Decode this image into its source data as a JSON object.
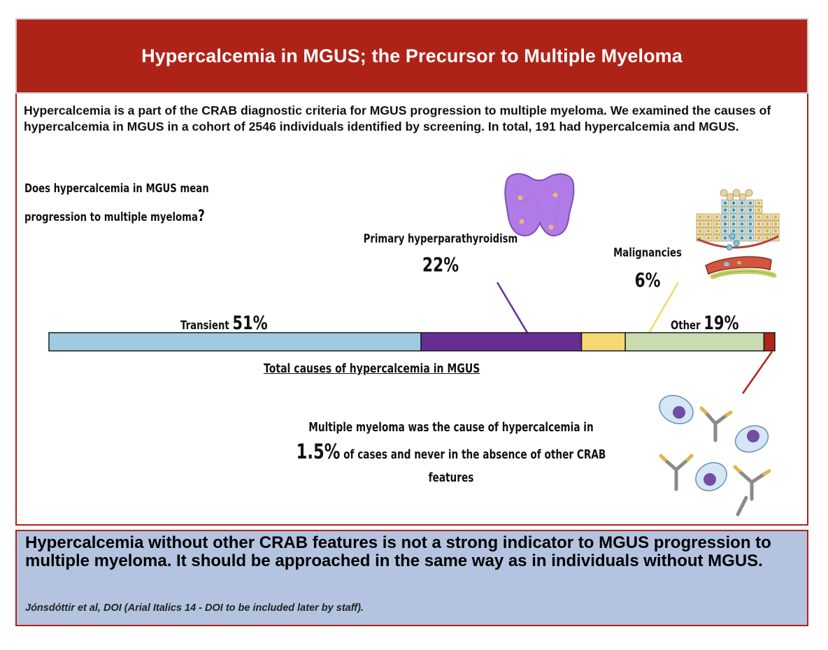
{
  "header": {
    "title": "Hypercalcemia in MGUS; the Precursor to Multiple Myeloma"
  },
  "intro": "Hypercalcemia is a part of the CRAB diagnostic criteria for MGUS progression to multiple myeloma. We examined the causes of hypercalcemia in MGUS in a cohort of 2546 individuals identified by screening. In total, 191 had hypercalcemia and MGUS.",
  "question": {
    "line1": "Does hypercalcemia in MGUS mean",
    "line2": "progression to multiple myeloma",
    "mark": "?"
  },
  "chart_data": {
    "type": "bar",
    "title": "Total causes of hypercalcemia in MGUS",
    "segments": [
      {
        "name": "Transient",
        "pct_label": "51%",
        "value": 51,
        "color": "#9fcbe0"
      },
      {
        "name": "Primary hyperparathyroidism",
        "pct_label": "22%",
        "value": 22,
        "color": "#672d95"
      },
      {
        "name": "Malignancies",
        "pct_label": "6%",
        "value": 6,
        "color": "#f7d774"
      },
      {
        "name": "Other",
        "pct_label": "19%",
        "value": 19,
        "color": "#c8dcb0"
      },
      {
        "name": "Multiple myeloma",
        "pct_label": "1.5%",
        "value": 1.5,
        "color": "#b02519"
      }
    ]
  },
  "myeloma_note": {
    "line1": "Multiple myeloma was the cause of hypercalcemia in",
    "pct": "1.5%",
    "line2": " of cases and never in the absence of other CRAB",
    "line3": "features"
  },
  "conclusion": {
    "text": "Hypercalcemia without other CRAB features is not a strong indicator to MGUS progression to multiple myeloma. It should be approached in the same way as in individuals without MGUS.",
    "citation": "Jónsdóttir et al, DOI (Arial Italics 14 - DOI to be included later by staff)."
  },
  "colors": {
    "header": "#ae2318",
    "conclusion_bg": "#b3c3e0"
  },
  "icons": [
    "thyroid-gland-icon",
    "tumor-tissue-icon",
    "plasma-cells-antibodies-icon"
  ]
}
